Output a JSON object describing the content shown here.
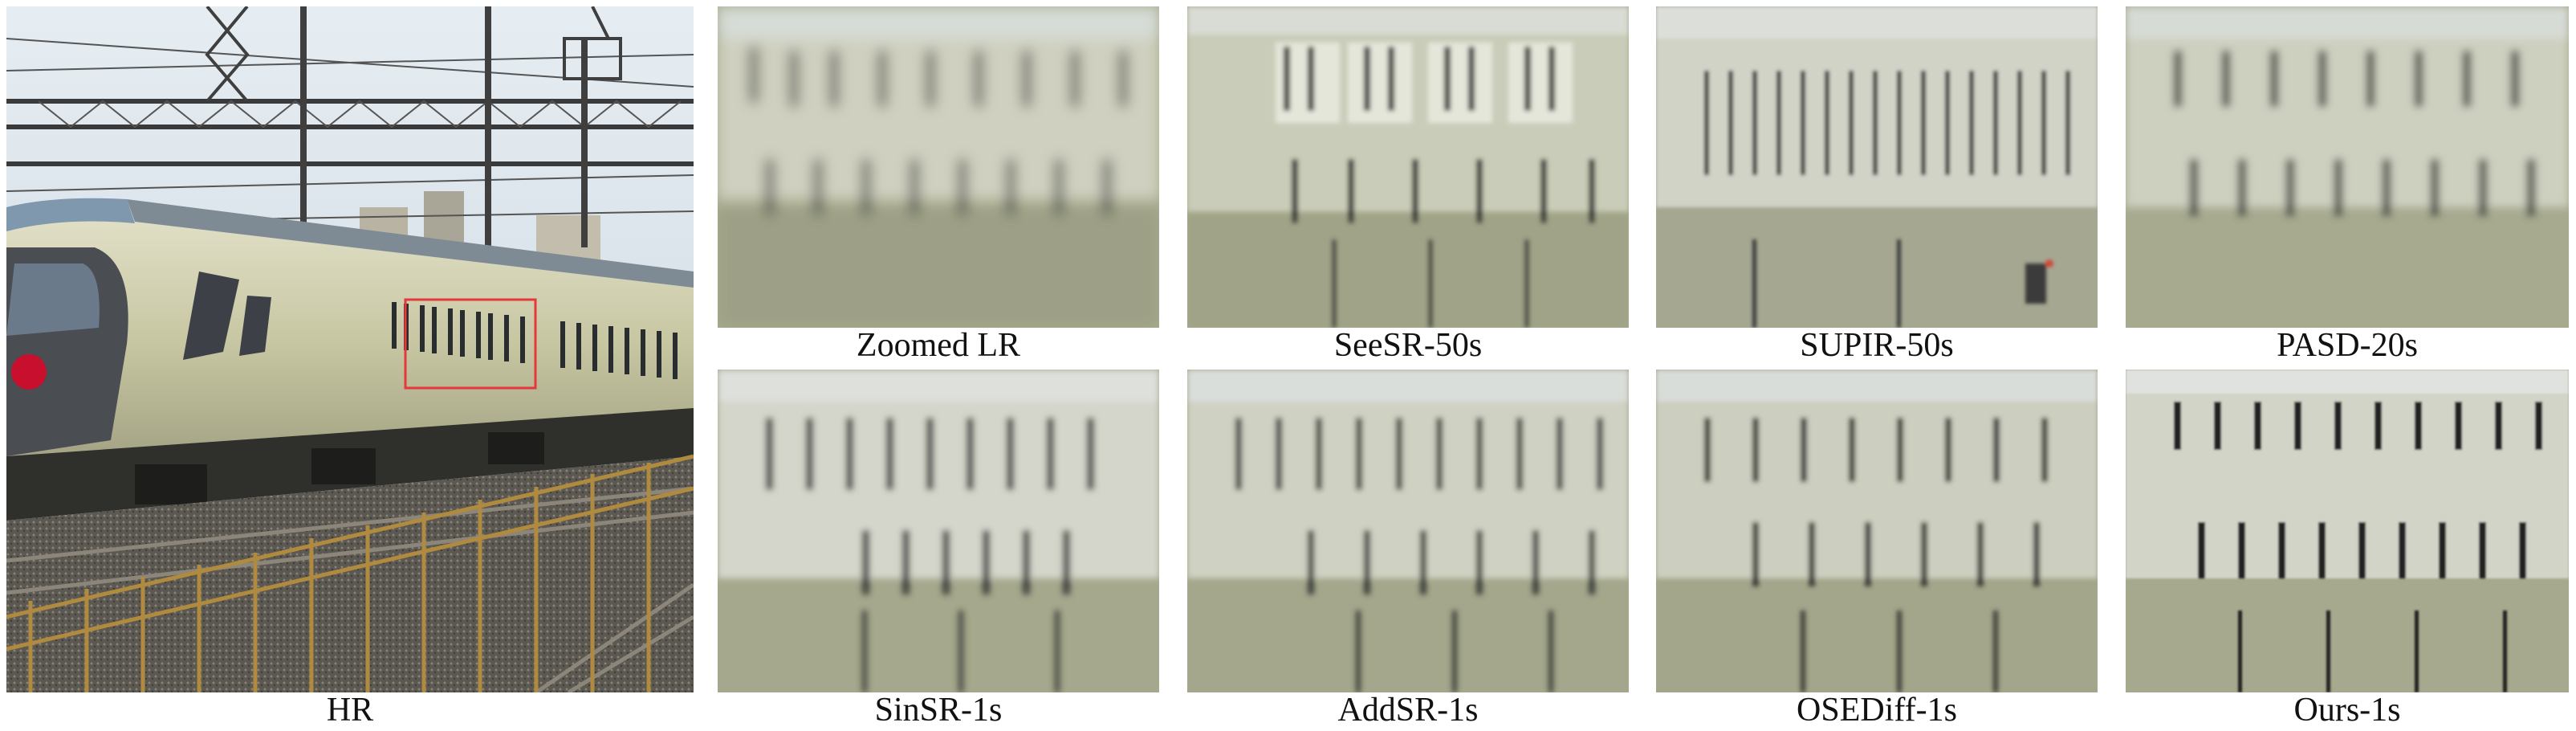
{
  "figure": {
    "captions": {
      "hr": "HR",
      "zoomed_lr": "Zoomed LR",
      "seesr": "SeeSR-50s",
      "supir": "SUPIR-50s",
      "pasd": "PASD-20s",
      "sinsr": "SinSR-1s",
      "addsr": "AddSR-1s",
      "osediff": "OSEDiff-1s",
      "ours": "Ours-1s"
    },
    "colors": {
      "highlight_box": "#e5383b",
      "train_body": "#c9c8a6",
      "sky": "#dfe8ef"
    }
  }
}
